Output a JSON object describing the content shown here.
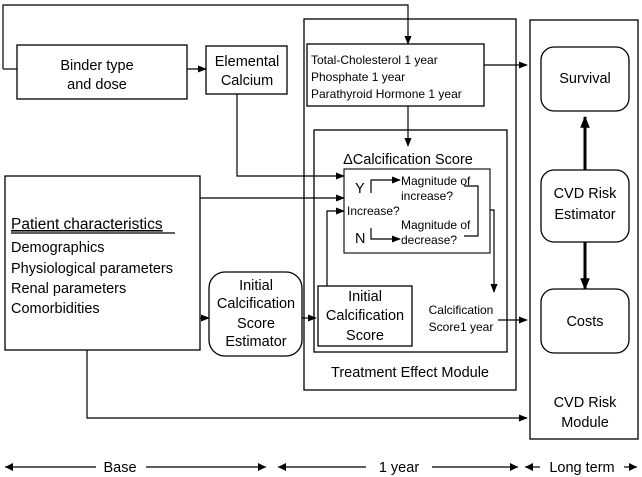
{
  "binder": {
    "line1": "Binder type",
    "line2": "and dose"
  },
  "elemental": {
    "line1": "Elemental",
    "line2": "Calcium"
  },
  "labs": {
    "line1": "Total-Cholesterol 1 year",
    "line2": "Phosphate 1 year",
    "line3": "Parathyroid Hormone 1 year"
  },
  "delta_score": "ΔCalcification Score",
  "decision": {
    "yes": "Y",
    "no": "N",
    "question": "Increase?",
    "mag_inc_1": "Magnitude of",
    "mag_inc_2": "increase?",
    "mag_dec_1": "Magnitude of",
    "mag_dec_2": "decrease?"
  },
  "patient": {
    "title": "Patient characteristics",
    "items": [
      "Demographics",
      "Physiological parameters",
      "Renal parameters",
      "Comorbidities"
    ]
  },
  "estimator": {
    "line1": "Initial",
    "line2": "Calcification",
    "line3": "Score",
    "line4": "Estimator"
  },
  "initial_score": {
    "line1": "Initial",
    "line2": "Calcification",
    "line3": "Score"
  },
  "score_1yr": {
    "line1": "Calcification",
    "line2": "Score1 year"
  },
  "treatment_module": "Treatment Effect Module",
  "survival": "Survival",
  "cvd_estimator": {
    "line1": "CVD Risk",
    "line2": "Estimator"
  },
  "costs": "Costs",
  "cvd_module": {
    "line1": "CVD Risk",
    "line2": "Module"
  },
  "timeline": {
    "base": "Base",
    "one_year": "1 year",
    "long_term": "Long term"
  }
}
